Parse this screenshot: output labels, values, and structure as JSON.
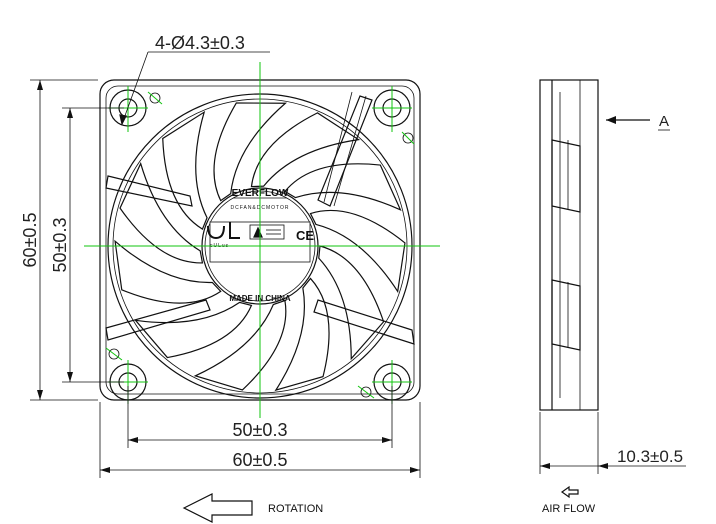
{
  "dimensions": {
    "hole_callout": "4-Ø4.3±0.3",
    "outer_width": "60±0.5",
    "hole_spacing_width": "50±0.3",
    "outer_height": "60±0.5",
    "hole_spacing_height": "50±0.3",
    "thickness": "10.3±0.5"
  },
  "hub": {
    "brand": "EVERFLOW",
    "subtitle": "DCFAN&DCMOTOR",
    "origin": "MADE IN CHINA",
    "ce_mark": "CE",
    "ul_mark": "cULus"
  },
  "side_view": {
    "view_label": "A"
  },
  "indicators": {
    "rotation": "ROTATION",
    "air_flow": "AIR FLOW"
  },
  "colors": {
    "lines": "#111111",
    "centerlines": "#12c40f"
  }
}
